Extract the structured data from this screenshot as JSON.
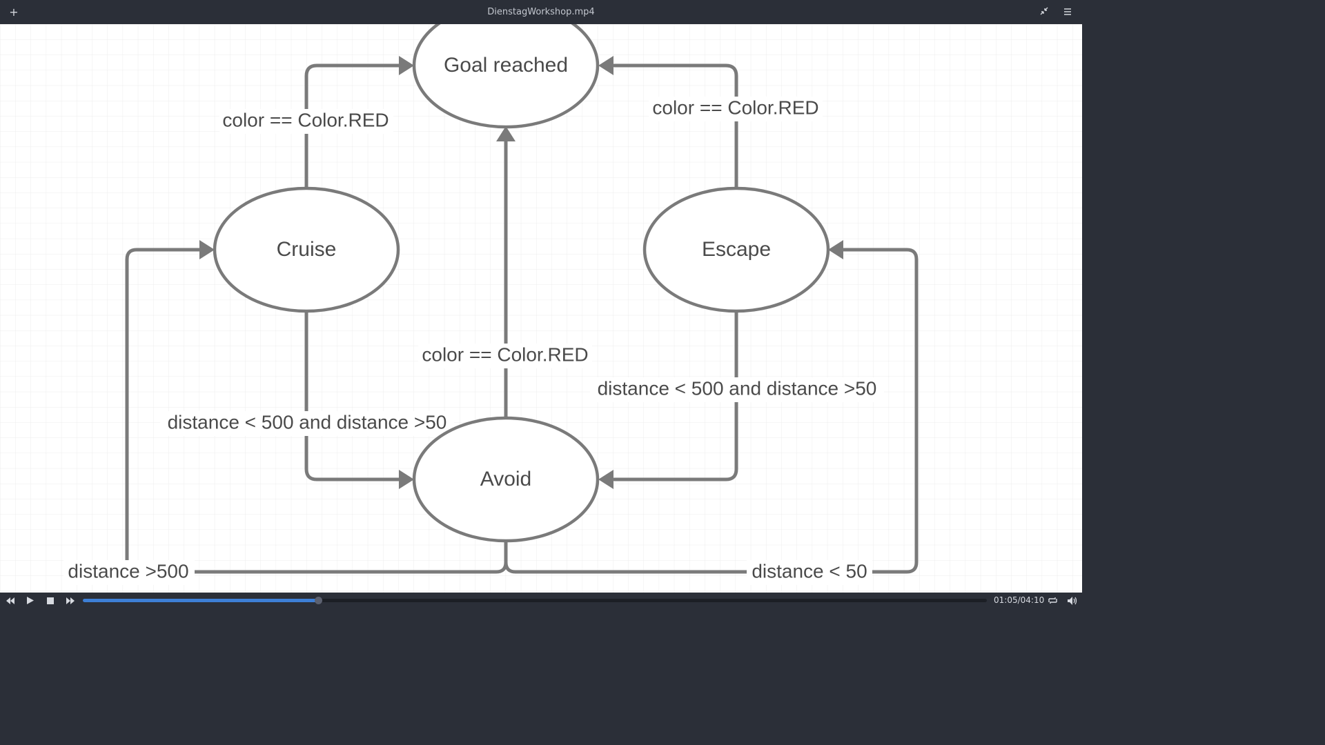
{
  "window": {
    "title": "DienstagWorkshop.mp4",
    "add_icon": "plus-icon",
    "fullscreen_icon": "collapse-arrows-icon",
    "menu_icon": "hamburger-menu-icon"
  },
  "diagram": {
    "nodes": {
      "goal": "Goal reached",
      "cruise": "Cruise",
      "escape": "Escape",
      "avoid": "Avoid"
    },
    "edges": {
      "cruise_to_goal": "color == Color.RED",
      "escape_to_goal": "color == Color.RED",
      "avoid_to_goal": "color == Color.RED",
      "cruise_to_avoid": "distance < 500 and distance >50",
      "escape_to_avoid": "distance < 500 and distance >50",
      "avoid_to_cruise": "distance >500",
      "avoid_to_escape": "distance < 50"
    },
    "colors": {
      "stroke": "#7a7a7a",
      "text": "#4a4a4a",
      "grid": "#ececec"
    }
  },
  "player": {
    "time_text": "01:05/04:10",
    "progress": 0.26,
    "icons": {
      "rewind": "rewind-icon",
      "play": "play-icon",
      "stop": "stop-icon",
      "forward": "fast-forward-icon",
      "loop": "loop-icon",
      "volume": "volume-icon"
    },
    "accent": "#3d7fd6"
  }
}
